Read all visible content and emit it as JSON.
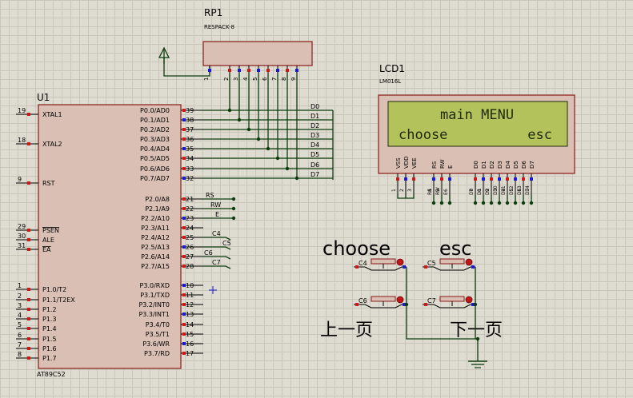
{
  "rp1": {
    "ref": "RP1",
    "part": "RESPACK-8",
    "pins": [
      "1",
      "2",
      "3",
      "4",
      "5",
      "6",
      "7",
      "8",
      "9"
    ]
  },
  "lcd1": {
    "ref": "LCD1",
    "part": "LM016L",
    "line1": "main MENU",
    "line2_left": "choose",
    "line2_right": "esc",
    "pin_names": [
      "VSS",
      "VDD",
      "VEE",
      "RS",
      "RW",
      "E",
      "D0",
      "D1",
      "D2",
      "D3",
      "D4",
      "D5",
      "D6",
      "D7"
    ],
    "pin_numbers": [
      "1",
      "2",
      "3",
      "4",
      "5",
      "6",
      "7",
      "8",
      "9",
      "10",
      "11",
      "12",
      "13",
      "14"
    ],
    "net_labels": [
      "RS",
      "RW",
      "E",
      "D0",
      "D1",
      "D2",
      "D3",
      "D4",
      "D5",
      "D6",
      "D7"
    ]
  },
  "u1": {
    "ref": "U1",
    "part": "AT89C52",
    "left_pins": [
      {
        "num": "19",
        "name": "XTAL1"
      },
      {
        "num": "18",
        "name": "XTAL2"
      },
      {
        "num": "9",
        "name": "RST"
      },
      {
        "num": "29",
        "name": "PSEN"
      },
      {
        "num": "30",
        "name": "ALE"
      },
      {
        "num": "31",
        "name": "EA"
      },
      {
        "num": "1",
        "name": "P1.0/T2"
      },
      {
        "num": "2",
        "name": "P1.1/T2EX"
      },
      {
        "num": "3",
        "name": "P1.2"
      },
      {
        "num": "4",
        "name": "P1.3"
      },
      {
        "num": "5",
        "name": "P1.4"
      },
      {
        "num": "6",
        "name": "P1.5"
      },
      {
        "num": "7",
        "name": "P1.6"
      },
      {
        "num": "8",
        "name": "P1.7"
      }
    ],
    "right_pins": [
      {
        "num": "39",
        "name": "P0.0/AD0"
      },
      {
        "num": "38",
        "name": "P0.1/AD1"
      },
      {
        "num": "37",
        "name": "P0.2/AD2"
      },
      {
        "num": "36",
        "name": "P0.3/AD3"
      },
      {
        "num": "35",
        "name": "P0.4/AD4"
      },
      {
        "num": "34",
        "name": "P0.5/AD5"
      },
      {
        "num": "33",
        "name": "P0.6/AD6"
      },
      {
        "num": "32",
        "name": "P0.7/AD7"
      },
      {
        "num": "21",
        "name": "P2.0/A8"
      },
      {
        "num": "22",
        "name": "P2.1/A9"
      },
      {
        "num": "23",
        "name": "P2.2/A10"
      },
      {
        "num": "24",
        "name": "P2.3/A11"
      },
      {
        "num": "25",
        "name": "P2.4/A12"
      },
      {
        "num": "26",
        "name": "P2.5/A13"
      },
      {
        "num": "27",
        "name": "P2.6/A14"
      },
      {
        "num": "28",
        "name": "P2.7/A15"
      },
      {
        "num": "10",
        "name": "P3.0/RXD"
      },
      {
        "num": "11",
        "name": "P3.1/TXD"
      },
      {
        "num": "12",
        "name": "P3.2/INT0"
      },
      {
        "num": "13",
        "name": "P3.3/INT1"
      },
      {
        "num": "14",
        "name": "P3.4/T0"
      },
      {
        "num": "15",
        "name": "P3.5/T1"
      },
      {
        "num": "16",
        "name": "P3.6/WR"
      },
      {
        "num": "17",
        "name": "P3.7/RD"
      }
    ],
    "bus_labels": [
      "D0",
      "D1",
      "D2",
      "D3",
      "D4",
      "D5",
      "D6",
      "D7"
    ],
    "ctrl_labels": [
      "RS",
      "RW",
      "E"
    ],
    "key_net_labels": [
      "C4",
      "C5",
      "C6",
      "C7"
    ]
  },
  "buttons": {
    "choose_label": "choose",
    "esc_label": "esc",
    "prev_label": "上一页",
    "next_label": "下一页",
    "refs": [
      "C4",
      "C5",
      "C6",
      "C7"
    ]
  },
  "colors": {
    "component_fill": "#d9bfb4",
    "component_stroke": "#8b1a1a",
    "wire": "#0d3d0d",
    "lcd_bezel": "#d9bfb4",
    "lcd_screen": "#b4c25c",
    "lcd_text": "#1e2a08",
    "button_label": "#8b1a1a",
    "pin_red": "#d01818",
    "pin_blue": "#1a1ad0"
  }
}
